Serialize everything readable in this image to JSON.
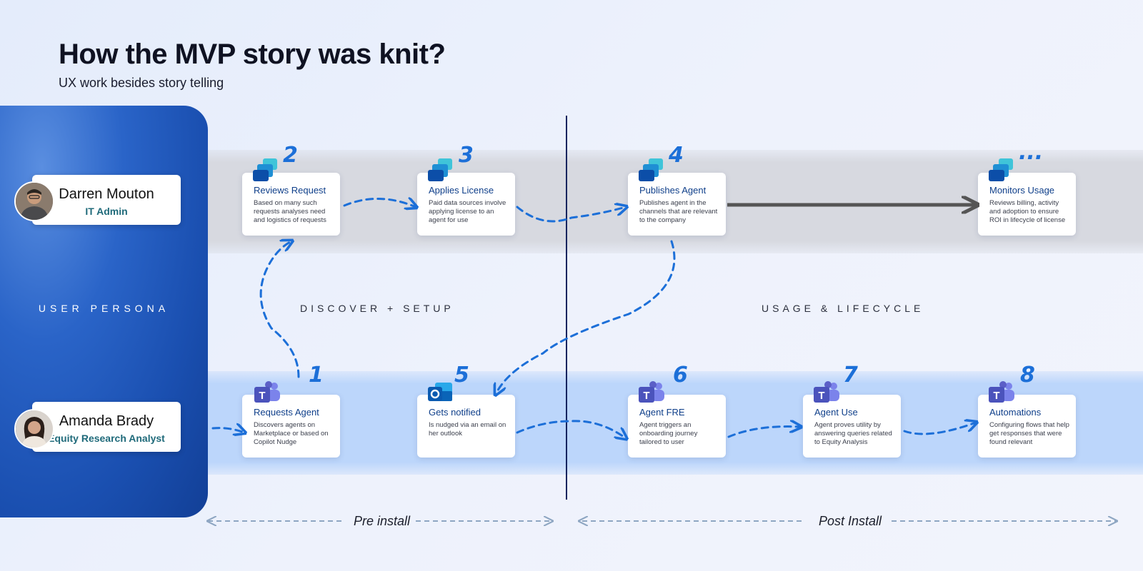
{
  "header": {
    "title": "How the MVP story was knit?",
    "subtitle": "UX work besides story telling"
  },
  "persona_label": "USER PERSONA",
  "personas": [
    {
      "name": "Darren Mouton",
      "role": "IT Admin"
    },
    {
      "name": "Amanda Brady",
      "role": "Equity Research Analyst"
    }
  ],
  "phases": {
    "left": "DISCOVER + SETUP",
    "right": "USAGE & LIFECYCLE"
  },
  "ranges": {
    "pre": "Pre install",
    "post": "Post Install"
  },
  "steps": [
    {
      "num": "1",
      "title": "Requests Agent",
      "desc": "Discovers agents on Marketplace or based on Copilot Nudge",
      "icon": "teams-icon"
    },
    {
      "num": "2",
      "title": "Reviews Request",
      "desc": "Based on many such requests analyses need and logistics of requests",
      "icon": "admin-app-icon"
    },
    {
      "num": "3",
      "title": "Applies License",
      "desc": "Paid data sources involve applying license to an agent for use",
      "icon": "admin-app-icon"
    },
    {
      "num": "4",
      "title": "Publishes Agent",
      "desc": "Publishes agent in the channels that are relevant to the company",
      "icon": "admin-app-icon"
    },
    {
      "num": "5",
      "title": "Gets notified",
      "desc": "Is nudged via an email on her outlook",
      "icon": "outlook-icon"
    },
    {
      "num": "6",
      "title": "Agent FRE",
      "desc": "Agent triggers an onboarding journey tailored to user",
      "icon": "teams-icon"
    },
    {
      "num": "7",
      "title": "Agent Use",
      "desc": "Agent proves utility by answering queries related to Equity Analysis",
      "icon": "teams-icon"
    },
    {
      "num": "8",
      "title": "Automations",
      "desc": "Configuring flows that help get responses that were found relevant",
      "icon": "teams-icon"
    },
    {
      "num": "...",
      "title": "Monitors Usage",
      "desc": "Reviews billing, activity and adoption to ensure ROI in lifecycle of license",
      "icon": "admin-app-icon"
    }
  ],
  "colors": {
    "accent": "#1c6fd8",
    "persona_panel": "#1a4fb0",
    "divider": "#13245e",
    "card_title": "#0f3f8a"
  }
}
